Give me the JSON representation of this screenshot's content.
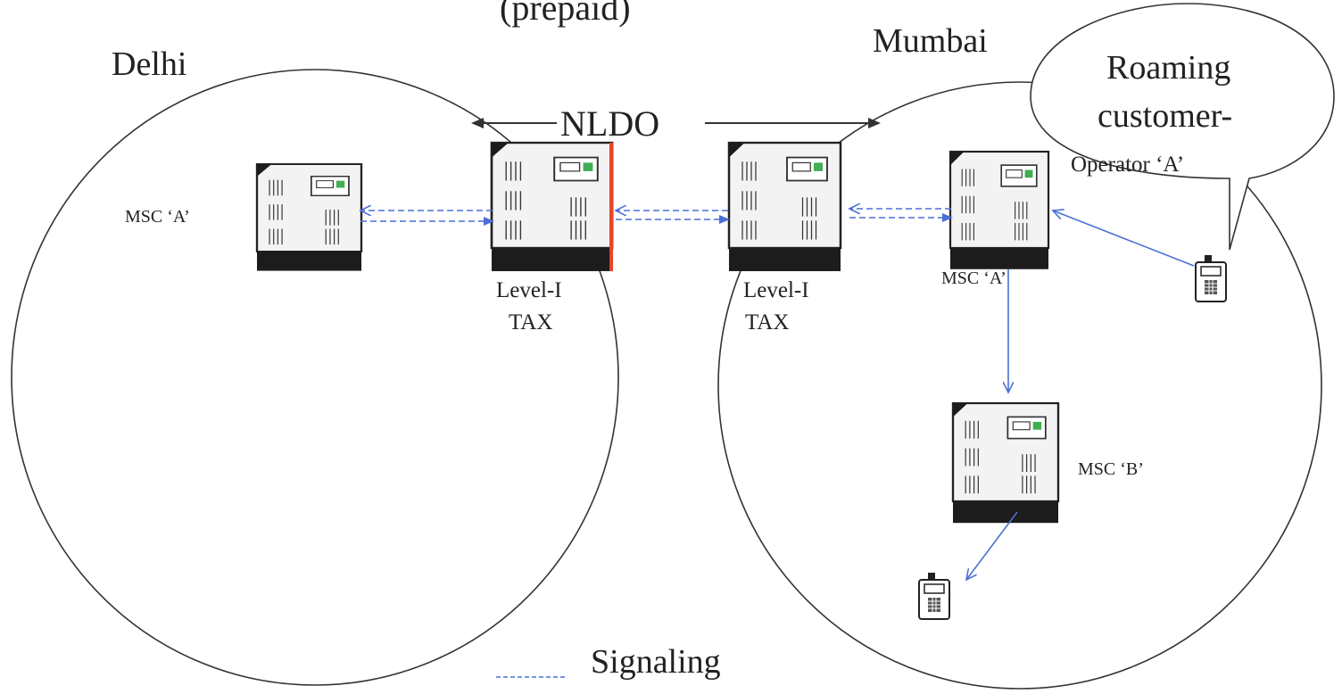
{
  "title_fragment": "(prepaid)",
  "regions": {
    "delhi": {
      "label": "Delhi"
    },
    "mumbai": {
      "label": "Mumbai"
    }
  },
  "nldo_label": "NLDO",
  "nodes": {
    "msc_a_delhi": {
      "label": "MSC ‘A’"
    },
    "tax_delhi": {
      "label_line1": "Level-I",
      "label_line2": "TAX"
    },
    "tax_mumbai": {
      "label_line1": "Level-I",
      "label_line2": "TAX"
    },
    "msc_a_mumbai": {
      "label": "MSC ‘A’"
    },
    "msc_b_mumbai": {
      "label": "MSC ‘B’"
    }
  },
  "callout": {
    "line1": "Roaming",
    "line2": "customer-",
    "line3": "Operator ‘A’"
  },
  "legend": {
    "signaling_label": "Signaling"
  },
  "colors": {
    "line": "#333333",
    "signal": "#4a6fd6",
    "equipment_dark": "#1c1c1c",
    "equipment_light": "#f3f3f3"
  }
}
